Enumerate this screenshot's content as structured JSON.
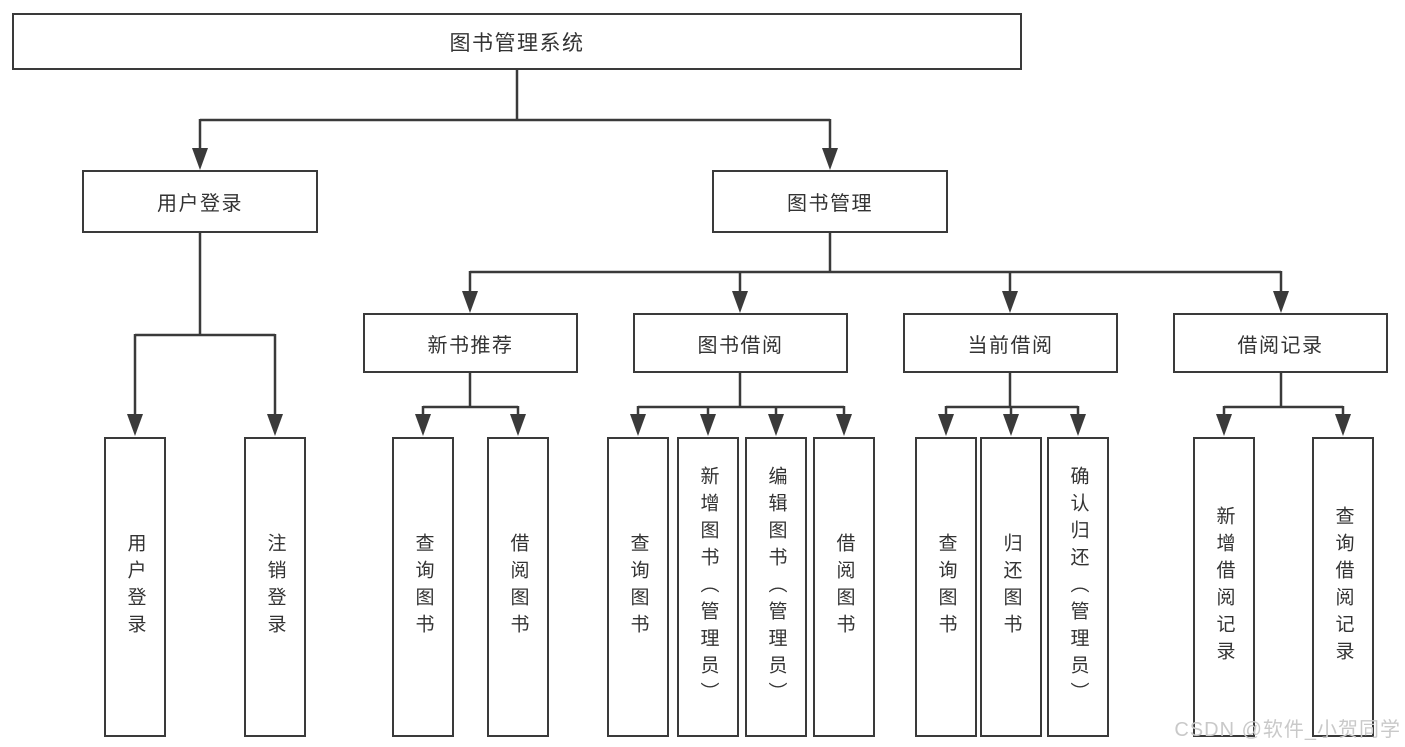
{
  "colors": {
    "line": "#3a3a3a",
    "box_border": "#3a3a3a",
    "text": "#333333",
    "watermark": "#c9c9c9",
    "background": "#ffffff"
  },
  "watermark": "CSDN @软件_小贺同学",
  "tree": {
    "root": "图书管理系统",
    "level2": [
      "用户登录",
      "图书管理"
    ],
    "level3": [
      "新书推荐",
      "图书借阅",
      "当前借阅",
      "借阅记录"
    ],
    "leaves": {
      "user_login": [
        "用户登录",
        "注销登录"
      ],
      "new_book_recommend": [
        "查询图书",
        "借阅图书"
      ],
      "book_borrow": [
        "查询图书",
        "新增图书（管理员）",
        "编辑图书（管理员）",
        "借阅图书"
      ],
      "current_borrow": [
        "查询图书",
        "归还图书",
        "确认归还（管理员）"
      ],
      "borrow_records": [
        "新增借阅记录",
        "查询借阅记录"
      ]
    }
  }
}
